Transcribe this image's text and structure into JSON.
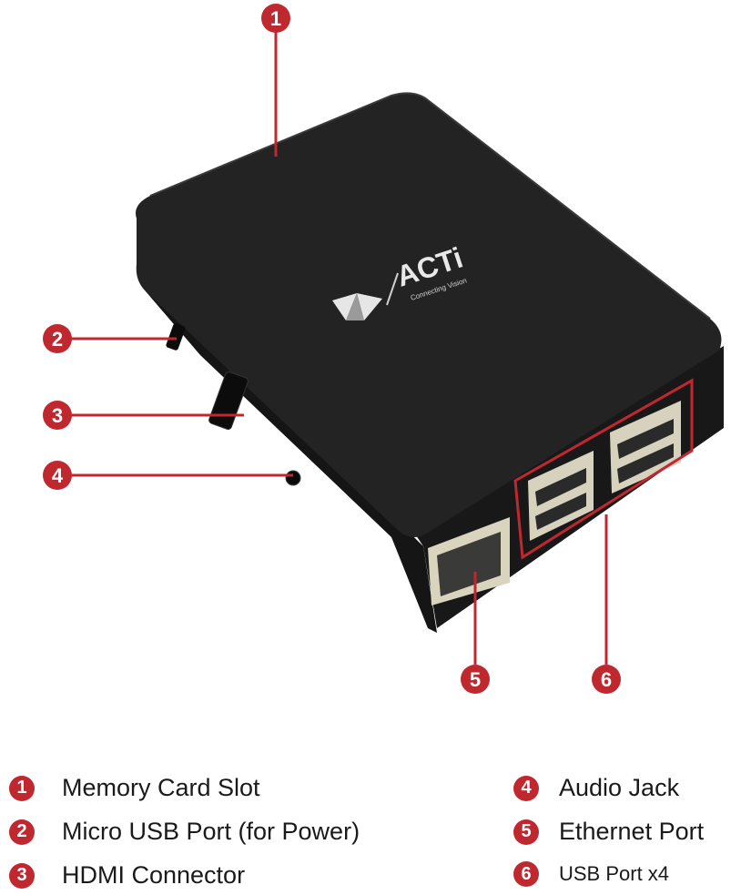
{
  "colors": {
    "accent": "#c0282f",
    "device": "#1f1f1f"
  },
  "logo": {
    "brand": "ACTi",
    "tagline": "Connecting Vision"
  },
  "callouts": [
    {
      "number": "1",
      "target": "memory-card-slot"
    },
    {
      "number": "2",
      "target": "micro-usb-port"
    },
    {
      "number": "3",
      "target": "hdmi-connector"
    },
    {
      "number": "4",
      "target": "audio-jack"
    },
    {
      "number": "5",
      "target": "ethernet-port"
    },
    {
      "number": "6",
      "target": "usb-ports"
    }
  ],
  "legend": [
    {
      "number": "1",
      "label": "Memory Card Slot"
    },
    {
      "number": "2",
      "label": "Micro USB Port (for Power)"
    },
    {
      "number": "3",
      "label": "HDMI Connector"
    },
    {
      "number": "4",
      "label": "Audio Jack"
    },
    {
      "number": "5",
      "label": "Ethernet Port"
    },
    {
      "number": "6",
      "label": "USB Port x4"
    }
  ]
}
